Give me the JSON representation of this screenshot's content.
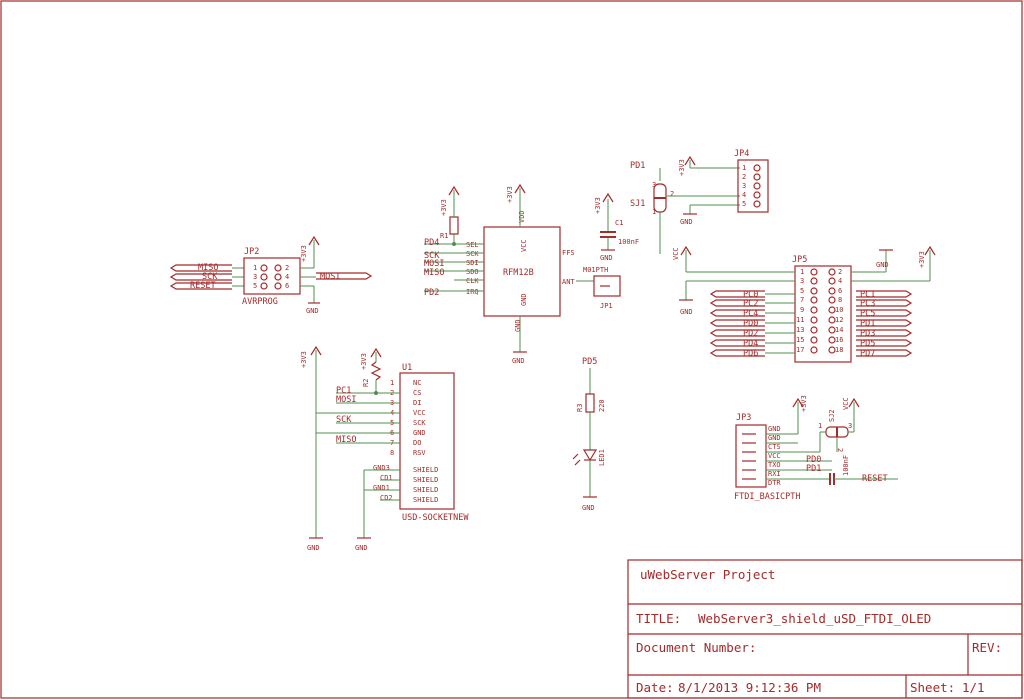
{
  "title_block": {
    "project": "uWebServer Project",
    "title_label": "TITLE:",
    "title_value": "WebServer3_shield_uSD_FTDI_OLED",
    "doc_label": "Document Number:",
    "rev_label": "REV:",
    "date_label": "Date:",
    "date_value": "8/1/2013 9:12:36 PM",
    "sheet_label": "Sheet:",
    "sheet_value": "1/1"
  },
  "jp2": {
    "name": "JP2",
    "value": "AVRPROG",
    "nets": [
      "MISO",
      "SCK",
      "RESET"
    ],
    "mosi": "MOSI",
    "pins_left": [
      "1",
      "3",
      "5"
    ],
    "pins_right": [
      "2",
      "4",
      "6"
    ],
    "supply": "+3V3",
    "gnd": "GND"
  },
  "rfm": {
    "name": "RFM12B",
    "pins_left": [
      "SEL",
      "SCK",
      "SDI",
      "SDO",
      "CLK",
      "IRQ"
    ],
    "nets_left": [
      "PD4",
      "SCK",
      "MOSI",
      "MISO",
      "PD2"
    ],
    "vcc": "VCC",
    "ffs": "FFS",
    "ant": "ANT",
    "gnd": "GND",
    "vdd": "VDD",
    "gnd_net": "GND",
    "supply": "+3V3",
    "r1": "R1"
  },
  "c1": {
    "name": "C1",
    "value": "100nF",
    "supply": "+3V3",
    "gnd": "GND"
  },
  "jp1": {
    "name": "JP1",
    "value": "M01PTH"
  },
  "sj1": {
    "name": "SJ1",
    "pd": "PD1",
    "supply": "+3V3",
    "gnd": "GND",
    "pins": [
      "3",
      "2",
      "1"
    ]
  },
  "jp4": {
    "name": "JP4",
    "pins": [
      "1",
      "2",
      "3",
      "4",
      "5"
    ]
  },
  "jp5": {
    "name": "JP5",
    "left_nets": [
      "PC0",
      "PC2",
      "PC4",
      "PD0",
      "PD2",
      "PD4",
      "PD6"
    ],
    "right_nets": [
      "PC1",
      "PC3",
      "PC5",
      "PD1",
      "PD3",
      "PD5",
      "PD7"
    ],
    "pins_left": [
      "1",
      "3",
      "5",
      "7",
      "9",
      "11",
      "13",
      "15",
      "17"
    ],
    "pins_right": [
      "2",
      "4",
      "6",
      "8",
      "10",
      "12",
      "14",
      "16",
      "18"
    ],
    "vcc": "VCC",
    "gnd": "GND",
    "supply": "+3V3"
  },
  "usd": {
    "name": "U1",
    "value": "USD-SOCKETNEW",
    "pins": [
      "NC",
      "CS",
      "DI",
      "VCC",
      "SCK",
      "GND",
      "DO",
      "RSV"
    ],
    "pin_nums": [
      "1",
      "2",
      "3",
      "4",
      "5",
      "6",
      "7",
      "8"
    ],
    "shield": [
      "SHIELD",
      "SHIELD",
      "SHIELD",
      "SHIELD"
    ],
    "shield_pins": [
      "GND3",
      "CD1",
      "GND1",
      "CD2"
    ],
    "nets": [
      "PC1",
      "MOSI",
      "SCK",
      "MISO"
    ],
    "supply": "+3V3",
    "gnd": "GND",
    "r2": "R2"
  },
  "led": {
    "pd": "PD5",
    "r": "R3",
    "r_value": "220",
    "led": "LED1",
    "gnd": "GND"
  },
  "jp3": {
    "name": "JP3",
    "value": "FTDI_BASICPTH",
    "pins": [
      "GND",
      "CTS",
      "VCC",
      "TXO",
      "RXI",
      "DTR"
    ],
    "gnd_net": "GND",
    "nets": [
      "PD0",
      "PD1"
    ],
    "reset": "RESET",
    "supply": "+3V3",
    "vcc": "VCC",
    "cap": "100nF"
  },
  "sj2": {
    "name": "SJ2",
    "pins": [
      "1",
      "2",
      "3"
    ]
  }
}
